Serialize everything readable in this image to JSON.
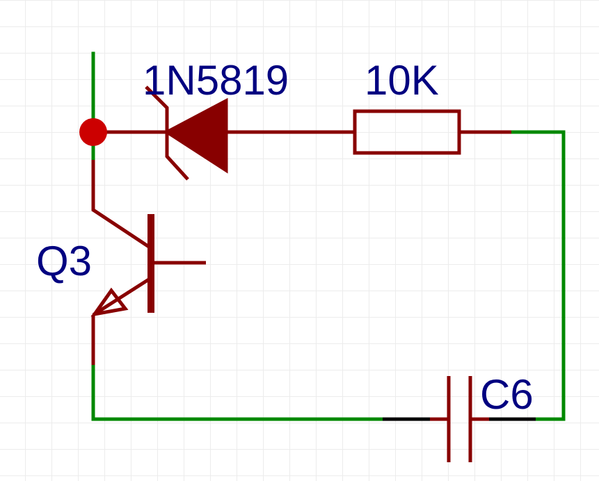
{
  "colors": {
    "wire": "#008800",
    "component": "#880000",
    "junction": "#cc0000",
    "label": "#000080",
    "lead": "#000000",
    "grid": "#ececec"
  },
  "labels": {
    "diode": "1N5819",
    "resistor": "10K",
    "transistor": "Q3",
    "capacitor": "C6"
  },
  "components": {
    "diode": {
      "designator": "1N5819",
      "type": "schottky-diode"
    },
    "resistor": {
      "value": "10K",
      "type": "resistor"
    },
    "transistor": {
      "designator": "Q3",
      "type": "npn-transistor"
    },
    "capacitor": {
      "designator": "C6",
      "type": "capacitor"
    }
  }
}
